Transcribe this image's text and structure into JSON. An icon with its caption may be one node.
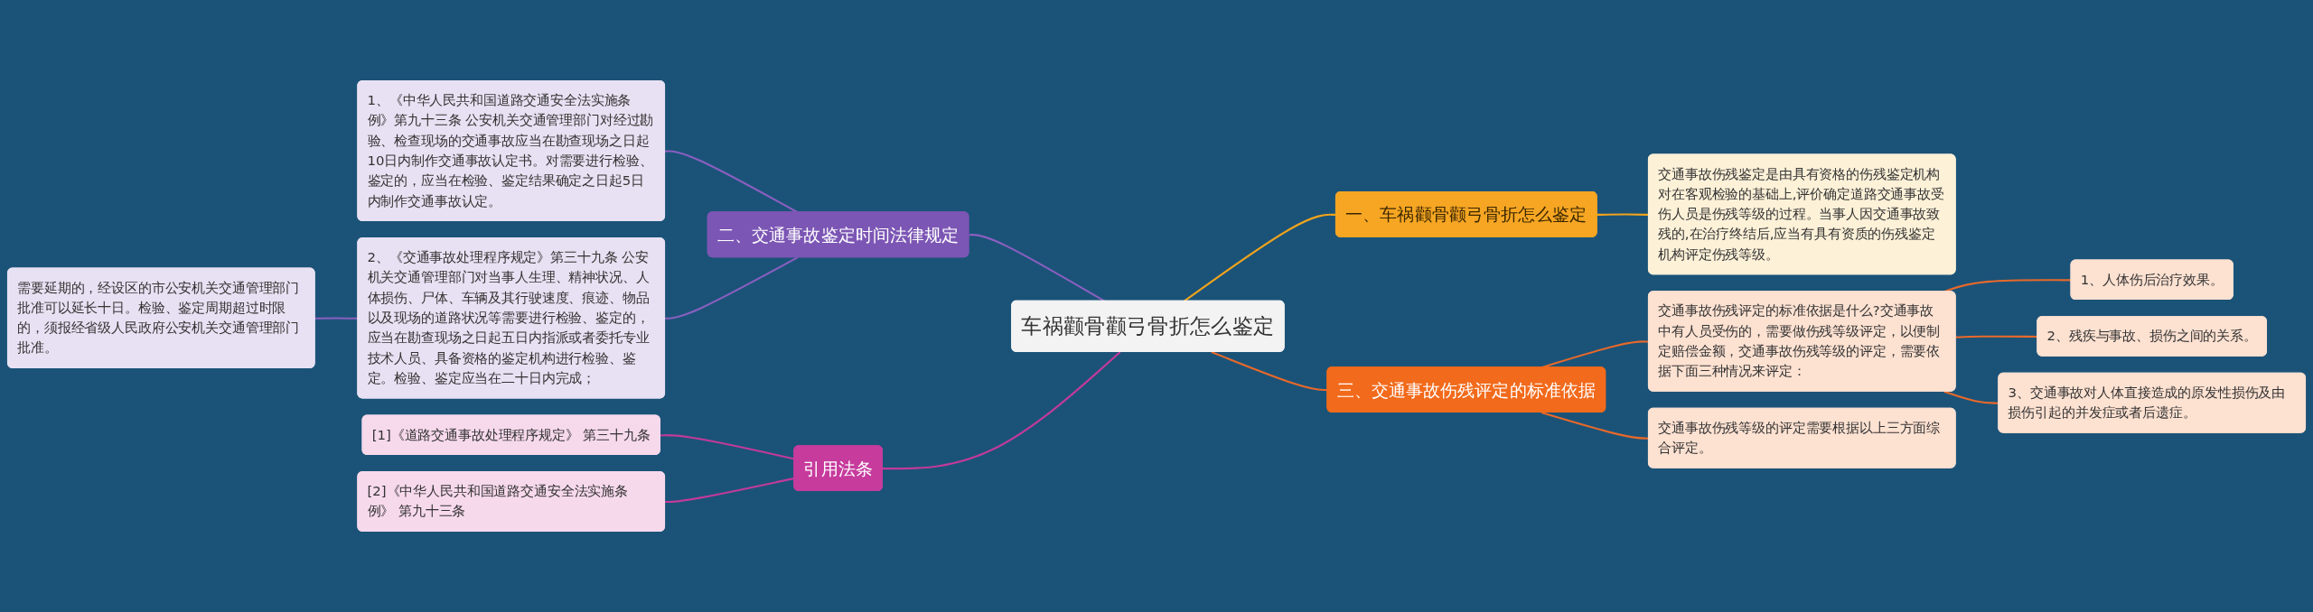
{
  "diagram": {
    "nodes": [
      {
        "text": [
          "车祸颧骨颧弓骨折怎么鉴定"
        ]
      },
      {
        "text": [
          "一、车祸颧骨颧弓骨折怎么鉴定"
        ]
      },
      {
        "text": [
          "交通事故伤残鉴定是由具有资格的伤残鉴定机构对在客观检验的基础上,评价确定道路交通事故受伤人员是伤残等级的过程。当事人因交通事故致残的,在治疗终结后,应当有具有资质的伤残鉴定机构评定伤残等级。"
        ]
      },
      {
        "text": [
          "三、交通事故伤残评定的标准依据"
        ]
      },
      {
        "text": [
          "交通事故伤残评定的标准依据是什么?交通事故中有人员受伤的，需要做伤残等级评定，以便制定赔偿金额，交通事故伤残等级的评定，需要依据下面三种情况来评定："
        ]
      },
      {
        "text": [
          "1、人体伤后治疗效果。"
        ]
      },
      {
        "text": [
          "2、残疾与事故、损伤之间的关系。"
        ]
      },
      {
        "text": [
          "3、交通事故对人体直接造成的原发性损伤及由损伤引起的并发症或者后遗症。"
        ]
      },
      {
        "text": [
          "交通事故伤残等级的评定需要根据以上三方面综合评定。"
        ]
      },
      {
        "text": [
          "二、交通事故鉴定时间法律规定"
        ]
      },
      {
        "text": [
          "1、《中华人民共和国道路交通安全法实施条例》第九十三条 公安机关交通管理部门对经过勘验、检查现场的交通事故应当在勘查现场之日起10日内制作交通事故认定书。对需要进行检验、鉴定的，应当在检验、鉴定结果确定之日起5日内制作交通事故认定。"
        ]
      },
      {
        "text": [
          "2、《交通事故处理程序规定》第三十九条 公安机关交通管理部门对当事人生理、精神状况、人体损伤、尸体、车辆及其行驶速度、痕迹、物品以及现场的道路状况等需要进行检验、鉴定的，应当在勘查现场之日起五日内指派或者委托专业技术人员、具备资格的鉴定机构进行检验、鉴定。检验、鉴定应当在二十日内完成；"
        ]
      },
      {
        "text": [
          "需要延期的，经设区的市公安机关交通管理部门批准可以延长十日。检验、鉴定周期超过时限的，须报经省级人民政府公安机关交通管理部门批准。"
        ]
      },
      {
        "text": [
          "引用法条"
        ]
      },
      {
        "text": [
          "[1]《道路交通事故处理程序规定》 第三十九条"
        ]
      },
      {
        "text": [
          "[2]《中华人民共和国道路交通安全法实施条例》 第九十三条"
        ]
      }
    ],
    "edges": [
      {
        "from": 0,
        "to": 1,
        "arrow": "none",
        "color": "#f0a31c"
      },
      {
        "from": 1,
        "to": 2,
        "arrow": "none",
        "color": "#f0a31c"
      },
      {
        "from": 0,
        "to": 3,
        "arrow": "none"
      },
      {
        "from": 3,
        "to": 4,
        "arrow": "none"
      },
      {
        "from": 4,
        "to": 5,
        "arrow": "none"
      },
      {
        "from": 4,
        "to": 6,
        "arrow": "none"
      },
      {
        "from": 4,
        "to": 7,
        "arrow": "none"
      },
      {
        "from": 3,
        "to": 8,
        "arrow": "none"
      },
      {
        "from": 9,
        "to": 0,
        "arrow": "none",
        "color": "#8a5fc0"
      },
      {
        "from": 10,
        "to": 9,
        "arrow": "none",
        "color": "#8a5fc0"
      },
      {
        "from": 11,
        "to": 9,
        "arrow": "none",
        "color": "#8a5fc0"
      },
      {
        "from": 12,
        "to": 11,
        "arrow": "none",
        "color": "#8a5fc0"
      },
      {
        "from": 13,
        "to": 0,
        "arrow": "none",
        "color": "#c23a9a"
      },
      {
        "from": 14,
        "to": 13,
        "arrow": "none",
        "color": "#c23a9a"
      },
      {
        "from": 15,
        "to": 13,
        "arrow": "none",
        "color": "#c23a9a"
      }
    ]
  }
}
